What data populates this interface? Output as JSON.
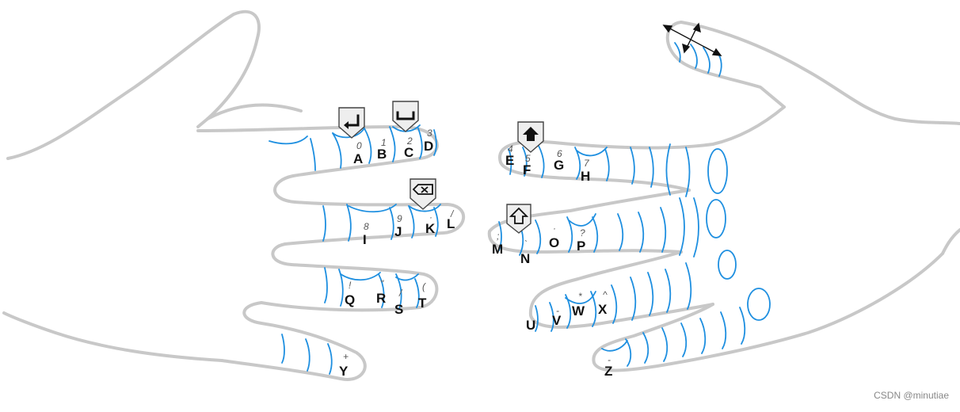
{
  "watermark": "CSDN @minutiae",
  "colors": {
    "outline": "#c8c8c8",
    "crease": "#1e8fe0",
    "label": "#111111",
    "number": "#555555"
  },
  "keys": [
    {
      "label": "A",
      "symbol": "0"
    },
    {
      "label": "B",
      "symbol": "1"
    },
    {
      "label": "C",
      "symbol": "2"
    },
    {
      "label": "D",
      "symbol": "3"
    },
    {
      "label": "E",
      "symbol": "4"
    },
    {
      "label": "F",
      "symbol": "5"
    },
    {
      "label": "G",
      "symbol": "6"
    },
    {
      "label": "H",
      "symbol": "7"
    },
    {
      "label": "I",
      "symbol": "8"
    },
    {
      "label": "J",
      "symbol": "9"
    },
    {
      "label": "K",
      "symbol": "·"
    },
    {
      "label": "L",
      "symbol": "/"
    },
    {
      "label": "M",
      "symbol": ";"
    },
    {
      "label": "N",
      "symbol": "`"
    },
    {
      "label": "O",
      "symbol": "·"
    },
    {
      "label": "P",
      "symbol": "?"
    },
    {
      "label": "Q",
      "symbol": "!"
    },
    {
      "label": "R",
      "symbol": "\""
    },
    {
      "label": "S",
      "symbol": "/"
    },
    {
      "label": "T",
      "symbol": "("
    },
    {
      "label": "U",
      "symbol": ""
    },
    {
      "label": "V",
      "symbol": "-"
    },
    {
      "label": "W",
      "symbol": "*"
    },
    {
      "label": "X",
      "symbol": "^"
    },
    {
      "label": "Y",
      "symbol": "+"
    },
    {
      "label": "Z",
      "symbol": "-"
    }
  ],
  "special_keys": [
    {
      "icon": "enter-icon"
    },
    {
      "icon": "space-icon"
    },
    {
      "icon": "caps-lock-icon"
    },
    {
      "icon": "backspace-icon"
    },
    {
      "icon": "shift-icon"
    },
    {
      "icon": "cursor-arrows-icon"
    }
  ]
}
